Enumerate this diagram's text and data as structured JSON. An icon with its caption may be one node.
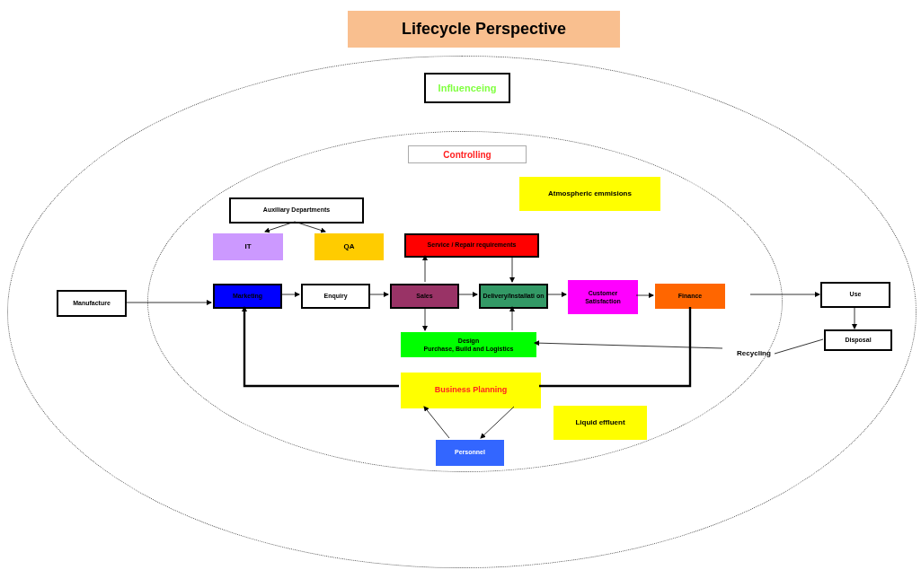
{
  "diagram": {
    "title": "Lifecycle Perspective",
    "nodes": [
      {
        "text": [],
        "shape": "ellipse"
      },
      {
        "text": [
          "Influenceing"
        ],
        "in": 0
      },
      {
        "text": [],
        "shape": "ellipse",
        "in": 0
      },
      {
        "text": [
          "Controlling"
        ],
        "in": 2
      },
      {
        "text": [
          "Atmospheric emmisions"
        ],
        "in": 2
      },
      {
        "text": [
          "Auxiliary Departments"
        ],
        "in": 2
      },
      {
        "text": [
          "IT"
        ],
        "in": 2
      },
      {
        "text": [
          "QA"
        ],
        "in": 2
      },
      {
        "text": [
          "Service / Repair requirements"
        ],
        "in": 2
      },
      {
        "text": [
          "Marketing"
        ],
        "in": 2
      },
      {
        "text": [
          "Enquiry"
        ],
        "in": 2
      },
      {
        "text": [
          "Sales"
        ],
        "in": 2
      },
      {
        "text": [
          "Delivery/Installati on"
        ],
        "in": 2
      },
      {
        "text": [
          "Customer Satisfaction"
        ],
        "in": 2
      },
      {
        "text": [
          "Finance"
        ],
        "in": 2
      },
      {
        "text": [
          "Design",
          "Purchase, Build and Logistics"
        ],
        "in": 2
      },
      {
        "text": [
          "Business Planning"
        ],
        "in": 2
      },
      {
        "text": [
          "Liquid effluent"
        ],
        "in": 2
      },
      {
        "text": [
          "Personnel"
        ],
        "in": 2
      },
      {
        "text": [
          "Manufacture"
        ],
        "in": 0
      },
      {
        "text": [
          "Use"
        ],
        "in": 0
      },
      {
        "text": [
          "Disposal"
        ],
        "in": 0
      },
      {
        "text": [
          "Recycling"
        ],
        "in": 2
      }
    ],
    "edges": [
      {
        "from": 5,
        "to": 6,
        "arrow": "to"
      },
      {
        "from": 5,
        "to": 7,
        "arrow": "to"
      },
      {
        "from": 19,
        "to": 9,
        "arrow": "to"
      },
      {
        "from": 9,
        "to": 10,
        "arrow": "to"
      },
      {
        "from": 10,
        "to": 11,
        "arrow": "to"
      },
      {
        "from": 11,
        "to": 12,
        "arrow": "to"
      },
      {
        "from": 12,
        "to": 13,
        "arrow": "to"
      },
      {
        "from": 13,
        "to": 14,
        "arrow": "to"
      },
      {
        "from": 11,
        "to": 8,
        "arrow": "to"
      },
      {
        "from": 8,
        "to": 12,
        "arrow": "to"
      },
      {
        "from": 11,
        "to": 15,
        "arrow": "to"
      },
      {
        "from": 15,
        "to": 12,
        "arrow": "to"
      },
      {
        "from": 14,
        "to": 20,
        "arrow": "to"
      },
      {
        "from": 20,
        "to": 21,
        "arrow": "to"
      },
      {
        "from": 21,
        "to": 22,
        "arrow": "none"
      },
      {
        "from": 22,
        "to": 15,
        "arrow": "to"
      },
      {
        "from": 14,
        "to": 16,
        "arrow": "none",
        "style": "thick"
      },
      {
        "from": 16,
        "to": 9,
        "arrow": "to",
        "style": "thick"
      },
      {
        "from": 18,
        "to": 16,
        "arrow": "to"
      },
      {
        "from": 16,
        "to": 18,
        "arrow": "to"
      }
    ]
  }
}
